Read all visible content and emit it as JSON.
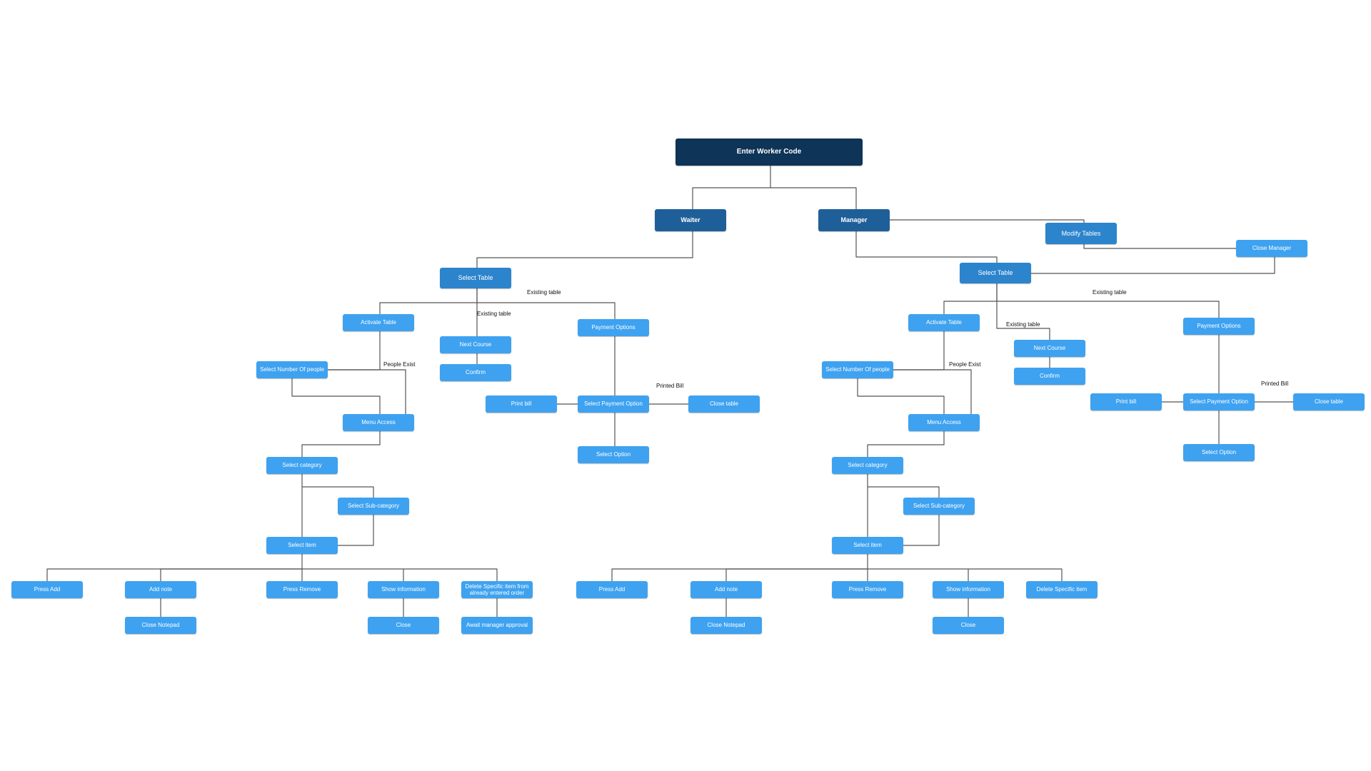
{
  "colors": {
    "root": "#0e3457",
    "role": "#1f5f99",
    "table": "#2c84cc",
    "action": "#3ea2f0",
    "connector": "#555555",
    "background": "#ffffff"
  },
  "nodes": {
    "root": "Enter Worker Code",
    "waiter": "Waiter",
    "manager": "Manager",
    "modify_tables": "Modify Tables",
    "close_manager": "Close Manager",
    "w_select_table": "Select Table",
    "w_activate_table": "Activate Table",
    "w_next_course": "Next Course",
    "w_confirm": "Confirm",
    "w_payment_options": "Payment Options",
    "w_select_number": "Select Number Of people",
    "w_menu_access": "Menu Access",
    "w_print_bill": "Print bill",
    "w_select_payment": "Select Payment Option",
    "w_close_table": "Close table",
    "w_select_option": "Select Option",
    "w_select_category": "Select category",
    "w_select_subcategory": "Select Sub-category",
    "w_select_item": "Select item",
    "w_press_add": "Press Add",
    "w_add_note": "Add note",
    "w_press_remove": "Press Remove",
    "w_show_info": "Show information",
    "w_delete_item": "Delete Specific item from already entered order",
    "w_close_notepad": "Close Notepad",
    "w_close": "Close",
    "w_await_approval": "Await manager approval",
    "m_select_table": "Select Table",
    "m_activate_table": "Activate Table",
    "m_next_course": "Next Course",
    "m_confirm": "Confirm",
    "m_payment_options": "Payment Options",
    "m_select_number": "Select Number Of people",
    "m_menu_access": "Menu Access",
    "m_print_bill": "Print bill",
    "m_select_payment": "Select Payment Option",
    "m_close_table": "Close table",
    "m_select_option": "Select Option",
    "m_select_category": "Select category",
    "m_select_subcategory": "Select Sub-category",
    "m_select_item": "Select item",
    "m_press_add": "Press Add",
    "m_add_note": "Add note",
    "m_press_remove": "Press Remove",
    "m_show_info": "Show information",
    "m_delete_item": "Delete Specific item",
    "m_close_notepad": "Close Notepad",
    "m_close": "Close"
  },
  "edge_labels": {
    "w_existing_table_1": "Existing table",
    "w_existing_table_2": "Existing table",
    "w_people_exist": "People Exist",
    "w_printed_bill": "Printed Bill",
    "m_existing_table_1": "Existing table",
    "m_existing_table_2": "Existing table",
    "m_people_exist": "People Exist",
    "m_printed_bill": "Printed Bill"
  }
}
